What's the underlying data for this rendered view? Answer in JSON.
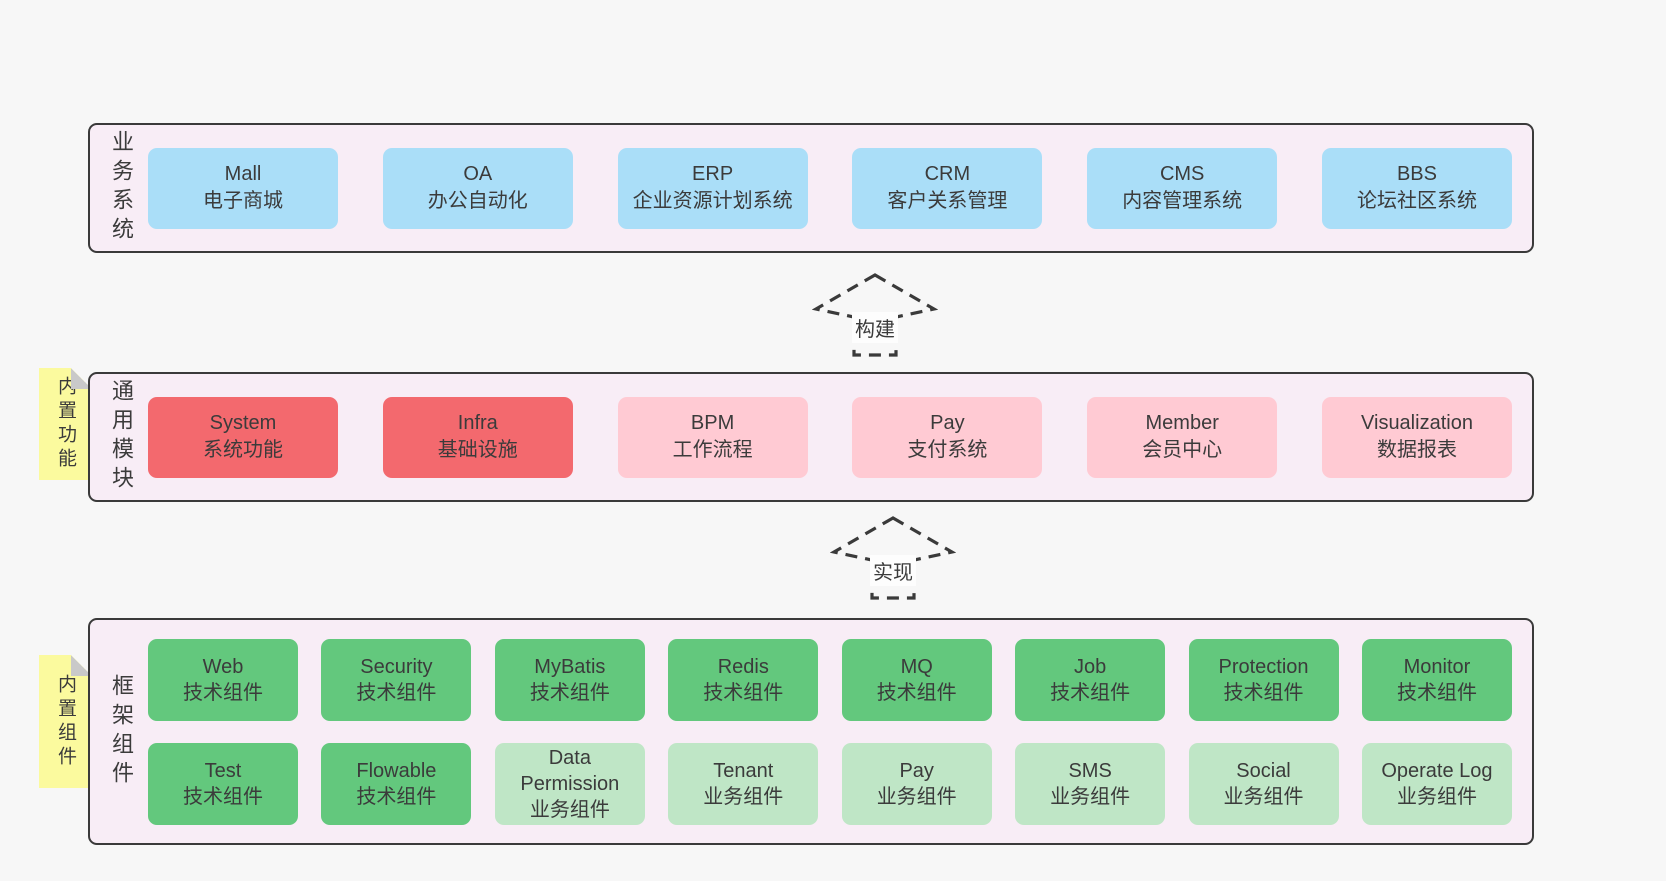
{
  "diagram": {
    "colors": {
      "background": "#f7f7f7",
      "text": "#3b3b3b",
      "frameFill": "#f8edf6",
      "frameBorder": "#3a3a3a",
      "blue": "#aadef8",
      "red": "#f3696e",
      "pink": "#ffcad3",
      "green": "#63c87d",
      "lightgreen": "#bfe6c6",
      "sticky": "#fbfa9e",
      "fold": "#c9c9c9",
      "arrowLabelBg": "#fdfdfd"
    },
    "layers": [
      {
        "name": "business-systems",
        "label": "业务系统",
        "sticky": "",
        "rows": [
          [
            {
              "title": "Mall",
              "subtitle": "电子商城",
              "variant": "blue"
            },
            {
              "title": "OA",
              "subtitle": "办公自动化",
              "variant": "blue"
            },
            {
              "title": "ERP",
              "subtitle": "企业资源计划系统",
              "variant": "blue"
            },
            {
              "title": "CRM",
              "subtitle": "客户关系管理",
              "variant": "blue"
            },
            {
              "title": "CMS",
              "subtitle": "内容管理系统",
              "variant": "blue"
            },
            {
              "title": "BBS",
              "subtitle": "论坛社区系统",
              "variant": "blue"
            }
          ]
        ]
      },
      {
        "name": "common-modules",
        "label": "通用模块",
        "sticky": "内置功能",
        "rows": [
          [
            {
              "title": "System",
              "subtitle": "系统功能",
              "variant": "red"
            },
            {
              "title": "Infra",
              "subtitle": "基础设施",
              "variant": "red"
            },
            {
              "title": "BPM",
              "subtitle": "工作流程",
              "variant": "pink"
            },
            {
              "title": "Pay",
              "subtitle": "支付系统",
              "variant": "pink"
            },
            {
              "title": "Member",
              "subtitle": "会员中心",
              "variant": "pink"
            },
            {
              "title": "Visualization",
              "subtitle": "数据报表",
              "variant": "pink"
            }
          ]
        ]
      },
      {
        "name": "framework-components",
        "label": "框架组件",
        "sticky": "内置组件",
        "rows": [
          [
            {
              "title": "Web",
              "subtitle": "技术组件",
              "variant": "green"
            },
            {
              "title": "Security",
              "subtitle": "技术组件",
              "variant": "green"
            },
            {
              "title": "MyBatis",
              "subtitle": "技术组件",
              "variant": "green"
            },
            {
              "title": "Redis",
              "subtitle": "技术组件",
              "variant": "green"
            },
            {
              "title": "MQ",
              "subtitle": "技术组件",
              "variant": "green"
            },
            {
              "title": "Job",
              "subtitle": "技术组件",
              "variant": "green"
            },
            {
              "title": "Protection",
              "subtitle": "技术组件",
              "variant": "green"
            },
            {
              "title": "Monitor",
              "subtitle": "技术组件",
              "variant": "green"
            }
          ],
          [
            {
              "title": "Test",
              "subtitle": "技术组件",
              "variant": "green"
            },
            {
              "title": "Flowable",
              "subtitle": "技术组件",
              "variant": "green"
            },
            {
              "title": "Data Permission",
              "subtitle": "业务组件",
              "variant": "lightgreen"
            },
            {
              "title": "Tenant",
              "subtitle": "业务组件",
              "variant": "lightgreen"
            },
            {
              "title": "Pay",
              "subtitle": "业务组件",
              "variant": "lightgreen"
            },
            {
              "title": "SMS",
              "subtitle": "业务组件",
              "variant": "lightgreen"
            },
            {
              "title": "Social",
              "subtitle": "业务组件",
              "variant": "lightgreen"
            },
            {
              "title": "Operate Log",
              "subtitle": "业务组件",
              "variant": "lightgreen"
            }
          ]
        ]
      }
    ],
    "arrows": [
      {
        "label": "构建"
      },
      {
        "label": "实现"
      }
    ]
  }
}
